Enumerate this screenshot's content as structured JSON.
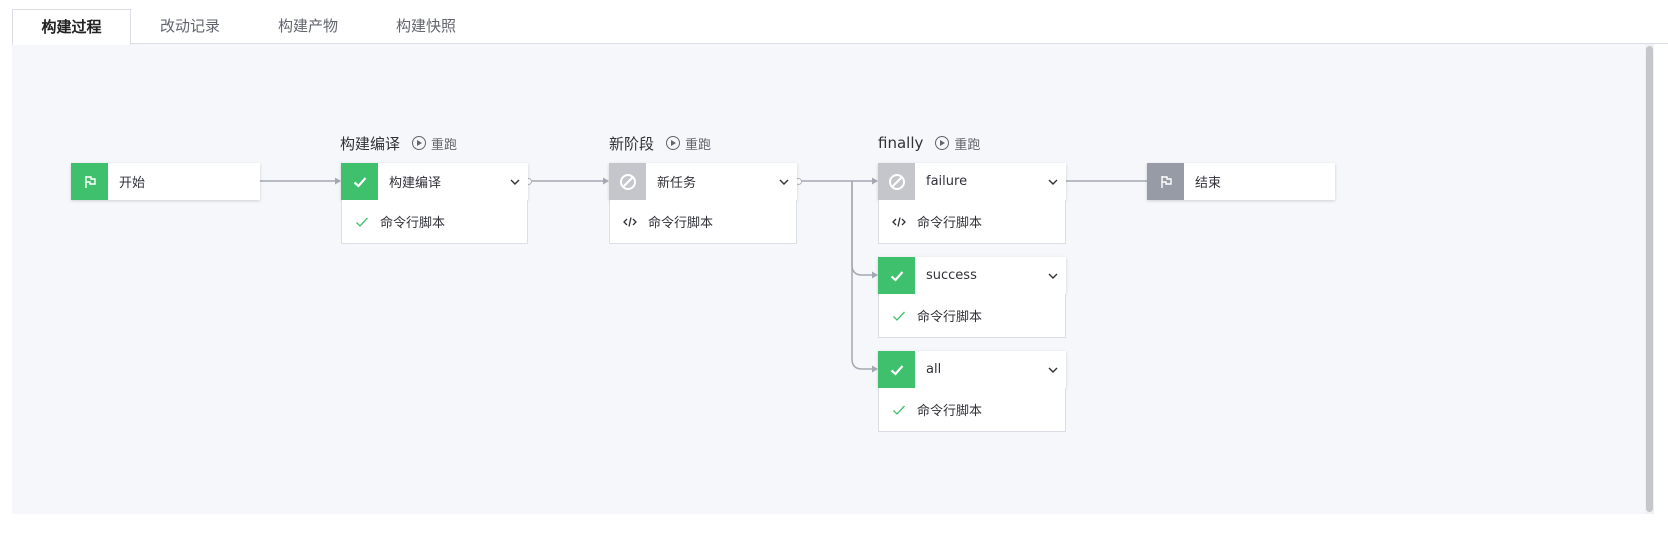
{
  "tabs": [
    {
      "label": "构建过程",
      "active": true
    },
    {
      "label": "改动记录",
      "active": false
    },
    {
      "label": "构建产物",
      "active": false
    },
    {
      "label": "构建快照",
      "active": false
    }
  ],
  "pipeline": {
    "start": {
      "label": "开始",
      "icon": "flag-icon"
    },
    "end": {
      "label": "结束",
      "icon": "flag-icon"
    },
    "rerun_label": "重跑",
    "stages": [
      {
        "title": "构建编译",
        "tasks": [
          {
            "name": "构建编译",
            "status": "success",
            "plugin": {
              "name": "命令行脚本",
              "status": "success"
            }
          }
        ]
      },
      {
        "title": "新阶段",
        "tasks": [
          {
            "name": "新任务",
            "status": "skipped",
            "plugin": {
              "name": "命令行脚本",
              "status": "code"
            }
          }
        ]
      },
      {
        "title": "finally",
        "tasks": [
          {
            "name": "failure",
            "status": "skipped",
            "plugin": {
              "name": "命令行脚本",
              "status": "code"
            }
          },
          {
            "name": "success",
            "status": "success",
            "plugin": {
              "name": "命令行脚本",
              "status": "success"
            }
          },
          {
            "name": "all",
            "status": "success",
            "plugin": {
              "name": "命令行脚本",
              "status": "success"
            }
          }
        ]
      }
    ]
  },
  "colors": {
    "success": "#3fc06d",
    "skipped": "#c4c6cc",
    "end": "#979ba5",
    "connector": "#a3a8b3",
    "canvas": "#f5f7fa"
  }
}
